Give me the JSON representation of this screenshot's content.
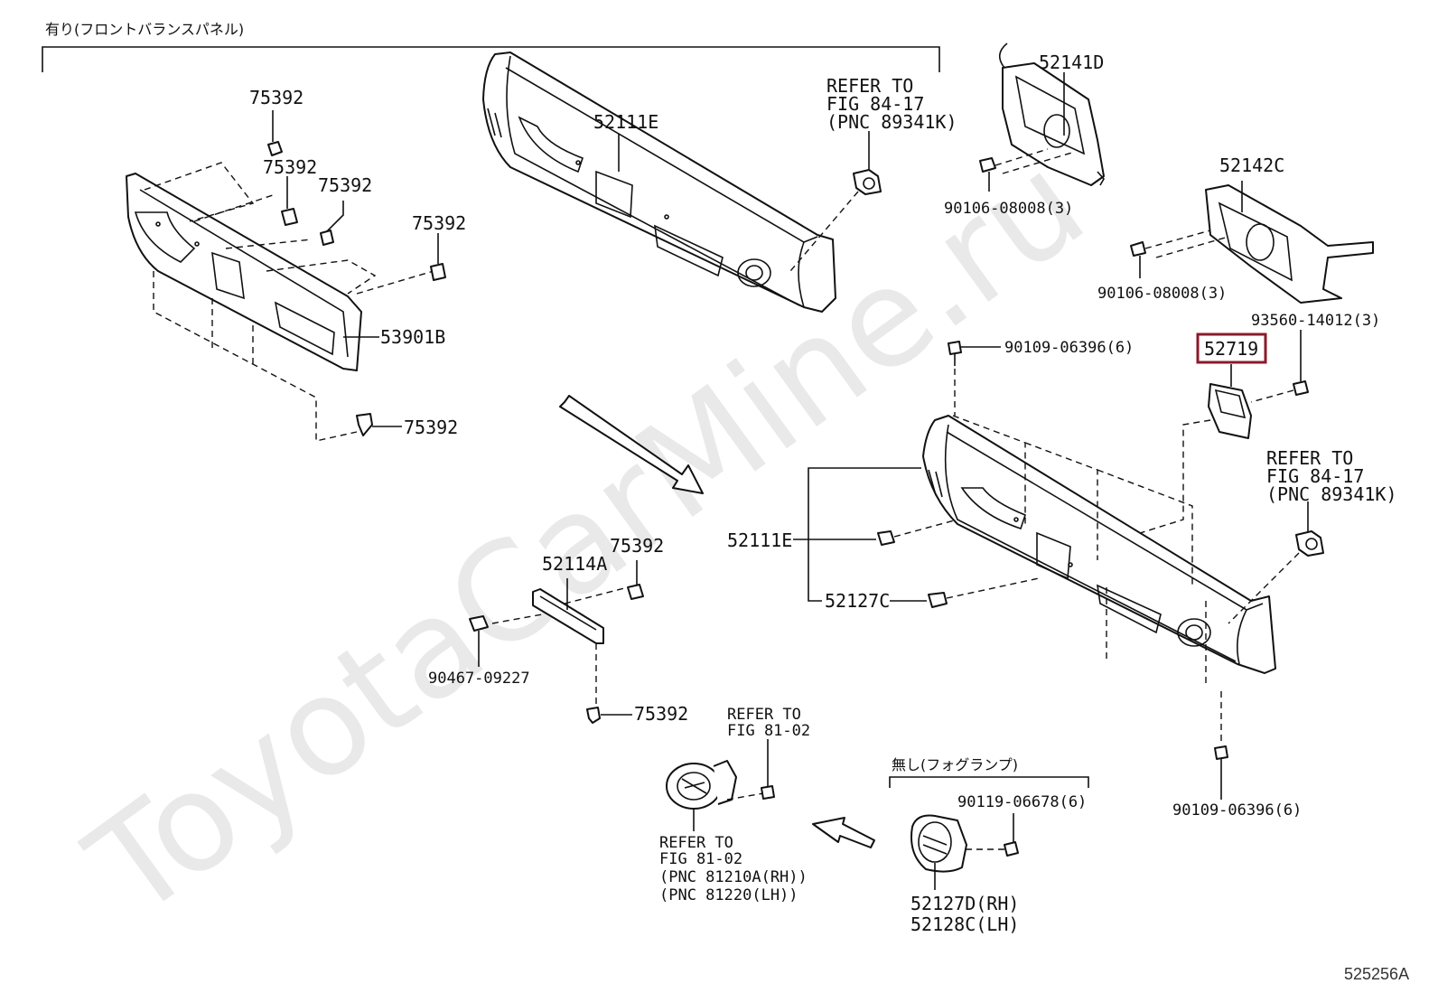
{
  "watermark": "ToyotaCarMine.ru",
  "diagram_code": "525256A",
  "group_with": "有り(フロントバランスパネル)",
  "group_without": "無し(フォグランプ)",
  "highlight_color": "#8b1a2b",
  "labels": {
    "p75392_a": "75392",
    "p75392_b": "75392",
    "p75392_c": "75392",
    "p75392_d": "75392",
    "p75392_e": "75392",
    "p75392_f": "75392",
    "p75392_g": "75392",
    "p53901B": "53901B",
    "p52111E_top": "52111E",
    "p52111E_bottom": "52111E",
    "refer_top_1": "REFER TO",
    "refer_top_2": "FIG 84-17",
    "refer_top_3": "(PNC 89341K)",
    "p52141D": "52141D",
    "p52142C": "52142C",
    "p90106_a": "90106-08008(3)",
    "p90106_b": "90106-08008(3)",
    "p93560": "93560-14012(3)",
    "p52719": "52719",
    "p90109_top": "90109-06396(6)",
    "p90109_bottom": "90109-06396(6)",
    "refer_right_1": "REFER TO",
    "refer_right_2": "FIG 84-17",
    "refer_right_3": "(PNC 89341K)",
    "p52127C": "52127C",
    "p52114A": "52114A",
    "p90467": "90467-09227",
    "refer_fog_top_1": "REFER TO",
    "refer_fog_top_2": "FIG 81-02",
    "refer_fog_1": "REFER TO",
    "refer_fog_2": "FIG 81-02",
    "refer_fog_3": "(PNC 81210A(RH))",
    "refer_fog_4": "(PNC 81220(LH))",
    "p90119": "90119-06678(6)",
    "p52127D": "52127D(RH)",
    "p52128C": "52128C(LH)"
  }
}
